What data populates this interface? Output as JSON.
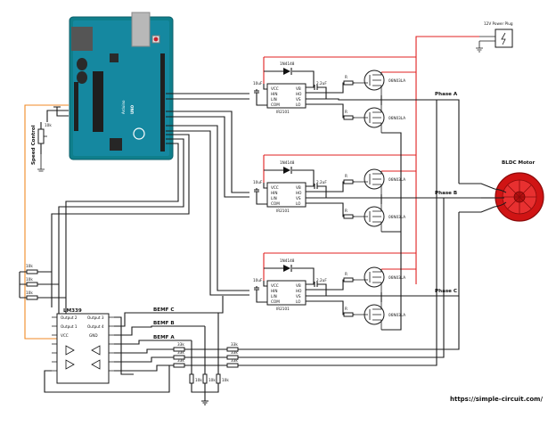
{
  "power": {
    "label": "12V Power Plug"
  },
  "arduino": {
    "brand": "Arduino",
    "model": "UNO"
  },
  "speed_control": {
    "label": "Speed Control",
    "pot_value": "10k"
  },
  "drivers": [
    {
      "chip": "IR2101",
      "diode": "1N4148",
      "cap_vcc": "10uF",
      "cap_boot": "2.2uF",
      "pins_left": [
        "VCC",
        "HIN",
        "LIN",
        "COM"
      ],
      "pins_right": [
        "VB",
        "HO",
        "VS",
        "LO"
      ],
      "mosfet_high": "06N03LA",
      "mosfet_low": "06N03LA",
      "gate_res_high": "R",
      "gate_res_low": "R",
      "phase": "Phase A"
    },
    {
      "chip": "IR2101",
      "diode": "1N4148",
      "cap_vcc": "10uF",
      "cap_boot": "2.2uF",
      "pins_left": [
        "VCC",
        "HIN",
        "LIN",
        "COM"
      ],
      "pins_right": [
        "VB",
        "HO",
        "VS",
        "LO"
      ],
      "mosfet_high": "06N03LA",
      "mosfet_low": "06N03LA",
      "gate_res_high": "R",
      "gate_res_low": "R",
      "phase": "Phase B"
    },
    {
      "chip": "IR2101",
      "diode": "1N4148",
      "cap_vcc": "10uF",
      "cap_boot": "2.2uF",
      "pins_left": [
        "VCC",
        "HIN",
        "LIN",
        "COM"
      ],
      "pins_right": [
        "VB",
        "HO",
        "VS",
        "LO"
      ],
      "mosfet_high": "06N03LA",
      "mosfet_low": "06N03LA",
      "gate_res_high": "R",
      "gate_res_low": "R",
      "phase": "Phase C"
    }
  ],
  "motor": {
    "label": "BLDC Motor"
  },
  "comparator": {
    "chip": "LM339",
    "pins_left": [
      "Output 2",
      "Output 1",
      "VCC",
      "",
      "",
      "",
      ""
    ],
    "pins_right": [
      "Output 3",
      "Output 4",
      "GND",
      "",
      "",
      "",
      ""
    ]
  },
  "pullups": [
    "10k",
    "10k",
    "10k"
  ],
  "bemf": [
    "BEMF C",
    "BEMF B",
    "BEMF A"
  ],
  "bemf_resistors": [
    "33k",
    "33k",
    "33k",
    "33k",
    "33k",
    "33k"
  ],
  "bottom_resistors": [
    "10k",
    "10k",
    "10k"
  ],
  "footer": {
    "url": "https://simple-circuit.com/"
  }
}
